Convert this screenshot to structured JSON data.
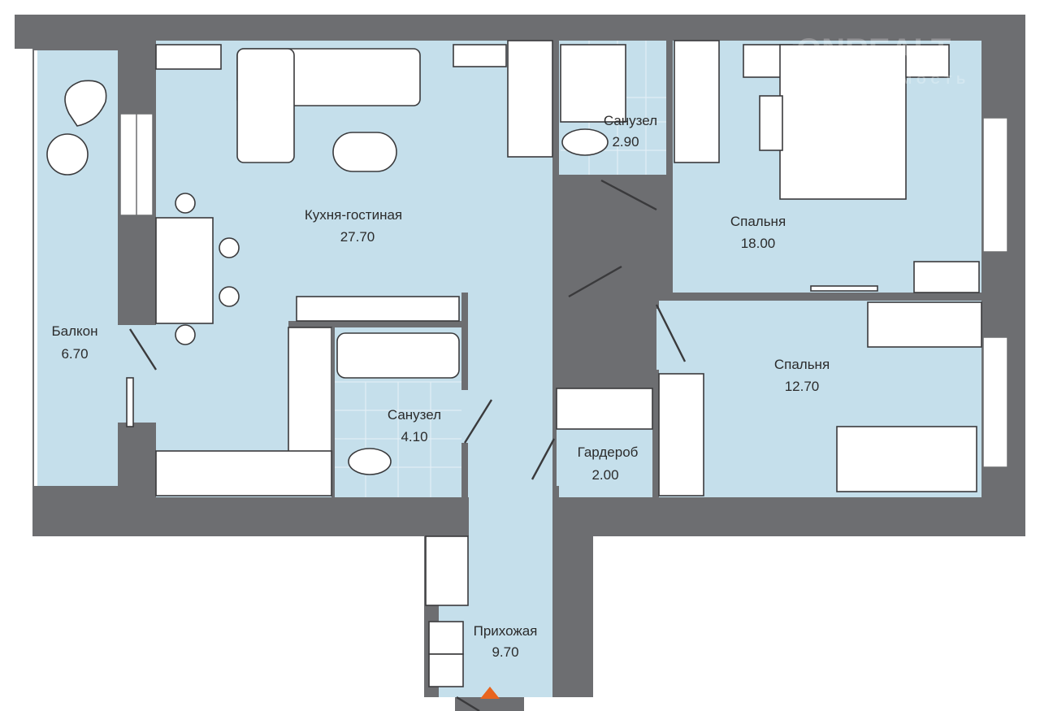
{
  "plan": {
    "rooms": [
      {
        "name": "Кухня-гостиная",
        "area": "27.70"
      },
      {
        "name": "Санузел",
        "area": "2.90"
      },
      {
        "name": "Спальня",
        "area": "18.00"
      },
      {
        "name": "Спальня",
        "area": "12.70"
      },
      {
        "name": "Балкон",
        "area": "6.70"
      },
      {
        "name": "Санузел",
        "area": "4.10"
      },
      {
        "name": "Гардероб",
        "area": "2.00"
      },
      {
        "name": "Прихожая",
        "area": "9.70"
      }
    ],
    "entrance_marker_color": "#e8641e"
  },
  "watermark": {
    "brand": "ONREALT",
    "tagline": "НЕДВИЖИМОСТЬ"
  },
  "colors": {
    "wall": "#6d6e71",
    "floor": "#c5dfeb"
  }
}
